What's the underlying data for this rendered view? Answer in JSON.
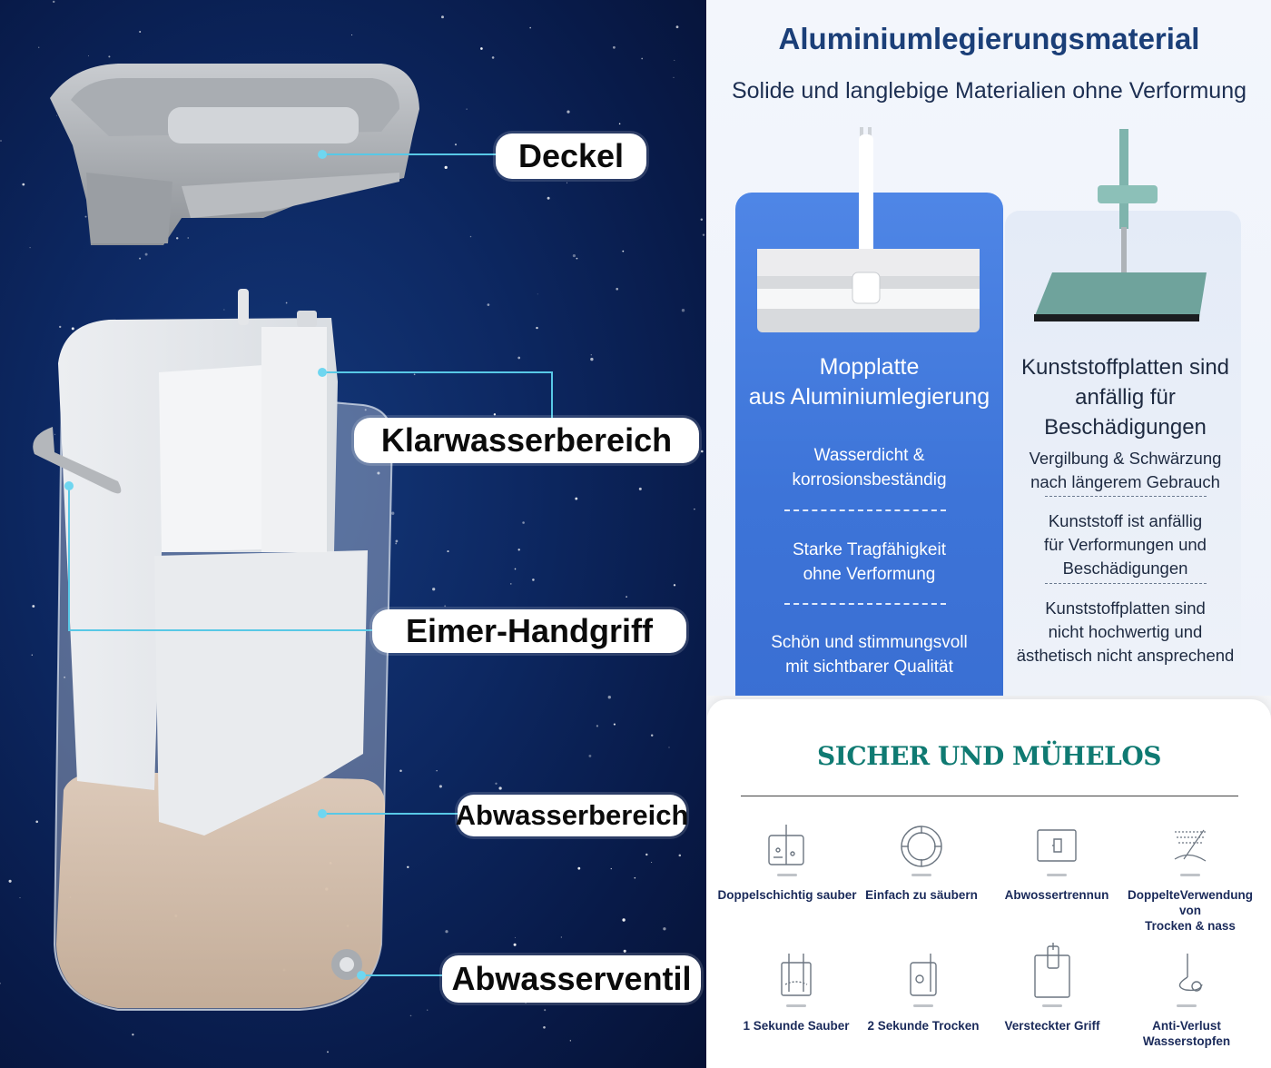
{
  "left_panel": {
    "callouts": {
      "deckel": "Deckel",
      "klarwasser": "Klarwasserbereich",
      "handgriff": "Eimer-Handgriff",
      "abwasserbereich": "Abwasserbereich",
      "abwasserventil": "Abwasserventil"
    },
    "colors": {
      "background": "#0b2260",
      "leader_line": "#58c8e6"
    }
  },
  "comparison": {
    "title": "Aluminiumlegierungsmaterial",
    "subtitle": "Solide und langlebige Materialien ohne Verformung",
    "aluminium": {
      "heading": [
        "Mopplatte",
        "aus Aluminiumlegierung"
      ],
      "points": [
        [
          "Wasserdicht &",
          "korrosionsbeständig"
        ],
        [
          "Starke Tragfähigkeit",
          "ohne Verformung"
        ],
        [
          "Schön und stimmungsvoll",
          "mit sichtbarer Qualität"
        ]
      ]
    },
    "plastic": {
      "heading": [
        "Kunststoffplatten sind",
        "anfällig für",
        "Beschädigungen"
      ],
      "points": [
        [
          "Vergilbung & Schwärzung",
          "nach längerem Gebrauch"
        ],
        [
          "Kunststoff ist anfällig",
          "für Verformungen und",
          "Beschädigungen"
        ],
        [
          "Kunststoffplatten sind",
          "nicht hochwertig und",
          "ästhetisch nicht ansprechend"
        ]
      ]
    },
    "colors": {
      "title": "#1b3f78",
      "card_blue": "#4a80e2",
      "card_grey": "#e6ecf7"
    }
  },
  "features": {
    "title": "SICHER UND MÜHELOS",
    "items": [
      {
        "icon": "double-layer-icon",
        "label": [
          "Doppelschichtig sauber"
        ]
      },
      {
        "icon": "easy-clean-icon",
        "label": [
          "Einfach zu säubern"
        ]
      },
      {
        "icon": "separation-icon",
        "label": [
          "Abwossertrennun"
        ]
      },
      {
        "icon": "dry-wet-icon",
        "label": [
          "DoppelteVerwendung von",
          "Trocken & nass"
        ]
      },
      {
        "icon": "one-second-clean-icon",
        "label": [
          "1 Sekunde Sauber"
        ]
      },
      {
        "icon": "two-second-dry-icon",
        "label": [
          "2 Sekunde Trocken"
        ]
      },
      {
        "icon": "hidden-handle-icon",
        "label": [
          "Versteckter Griff"
        ]
      },
      {
        "icon": "anti-loss-plug-icon",
        "label": [
          "Anti-Verlust",
          "Wasserstopfen"
        ]
      }
    ],
    "colors": {
      "title": "#0f7a72",
      "label": "#1a2a5a"
    }
  }
}
